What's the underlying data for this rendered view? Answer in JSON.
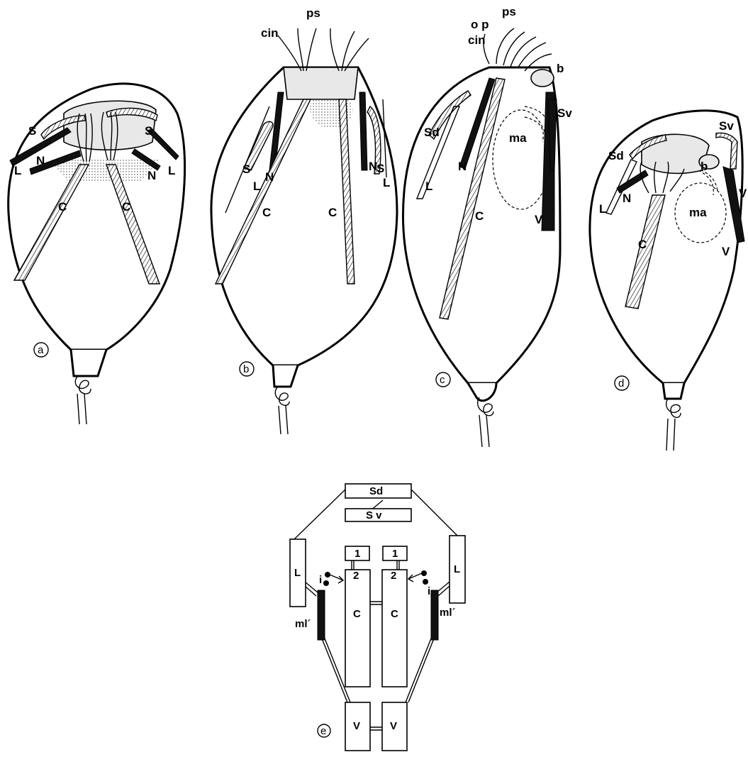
{
  "panels": {
    "a": {
      "panel_label": "a",
      "labels": {
        "S_left": "S",
        "S_right": "S",
        "L_left": "L",
        "L_right": "L",
        "N_left": "N",
        "N_right": "N",
        "C_left": "C",
        "C_right": "C"
      }
    },
    "b": {
      "panel_label": "b",
      "labels": {
        "ps": "ps",
        "cin": "cin",
        "S_left": "S",
        "S_right": "S",
        "L_left": "L",
        "L_right": "L",
        "N_left": "N",
        "N_right": "N",
        "C_left": "C",
        "C_right": "C"
      }
    },
    "c": {
      "panel_label": "c",
      "labels": {
        "ps": "ps",
        "op": "o p",
        "cin": "cin",
        "b": "b",
        "Sd": "Sd",
        "Sv": "Sv",
        "ma": "ma",
        "L": "L",
        "N": "N",
        "C": "C",
        "V": "V"
      }
    },
    "d": {
      "panel_label": "d",
      "labels": {
        "Sd": "Sd",
        "Sv": "Sv",
        "b": "b",
        "ma": "ma",
        "L": "L",
        "N": "N",
        "C": "C",
        "V_upper": "V",
        "V_lower": "V"
      }
    },
    "e": {
      "panel_label": "e",
      "boxes": {
        "Sd": "Sd",
        "Sv": "S v",
        "L_left": "L",
        "L_right": "L",
        "one_left": "1",
        "one_right": "1",
        "two_left": "2",
        "two_right": "2",
        "C_left": "C",
        "C_right": "C",
        "V_left": "V",
        "V_right": "V"
      },
      "labels": {
        "i_left": "i",
        "i_right": "i",
        "ml_left": "ml´",
        "ml_right": "ml´"
      }
    }
  }
}
